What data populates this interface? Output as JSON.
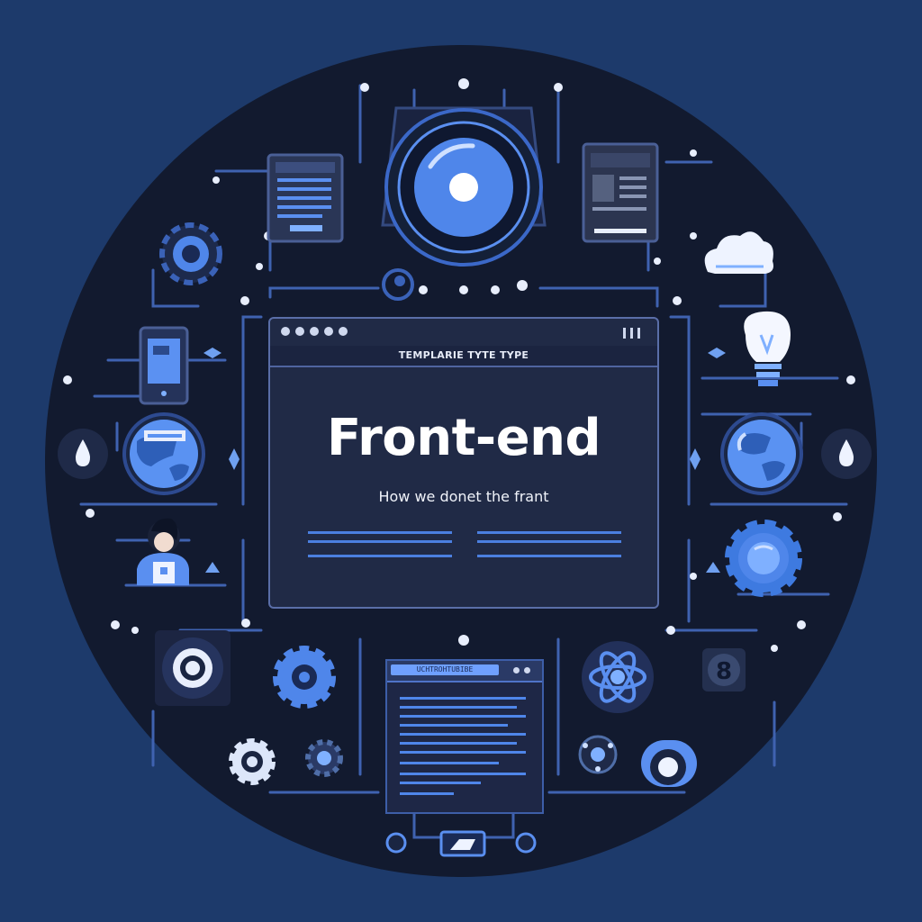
{
  "main_window": {
    "template_label": "TEMPLARIE TYTE TYPE",
    "headline": "Front-end",
    "subline": "How we donet the frant"
  },
  "code_window": {
    "tab_label": "UCHTROHTUBIBE"
  },
  "colors": {
    "background": "#1d3a6b",
    "circle": "#121a2f",
    "accent_blue": "#4b86f0",
    "light_blue": "#7fb0ff",
    "circuit_line": "#3f62b0"
  },
  "icons": [
    "camera-lens-icon",
    "document-icon",
    "newspaper-icon",
    "cloud-icon",
    "gear-icon",
    "smartphone-icon",
    "lightbulb-icon",
    "globe-icon",
    "user-avatar-icon",
    "water-drop-icon",
    "target-icon",
    "atom-icon",
    "security-icon",
    "toggle-icon"
  ]
}
